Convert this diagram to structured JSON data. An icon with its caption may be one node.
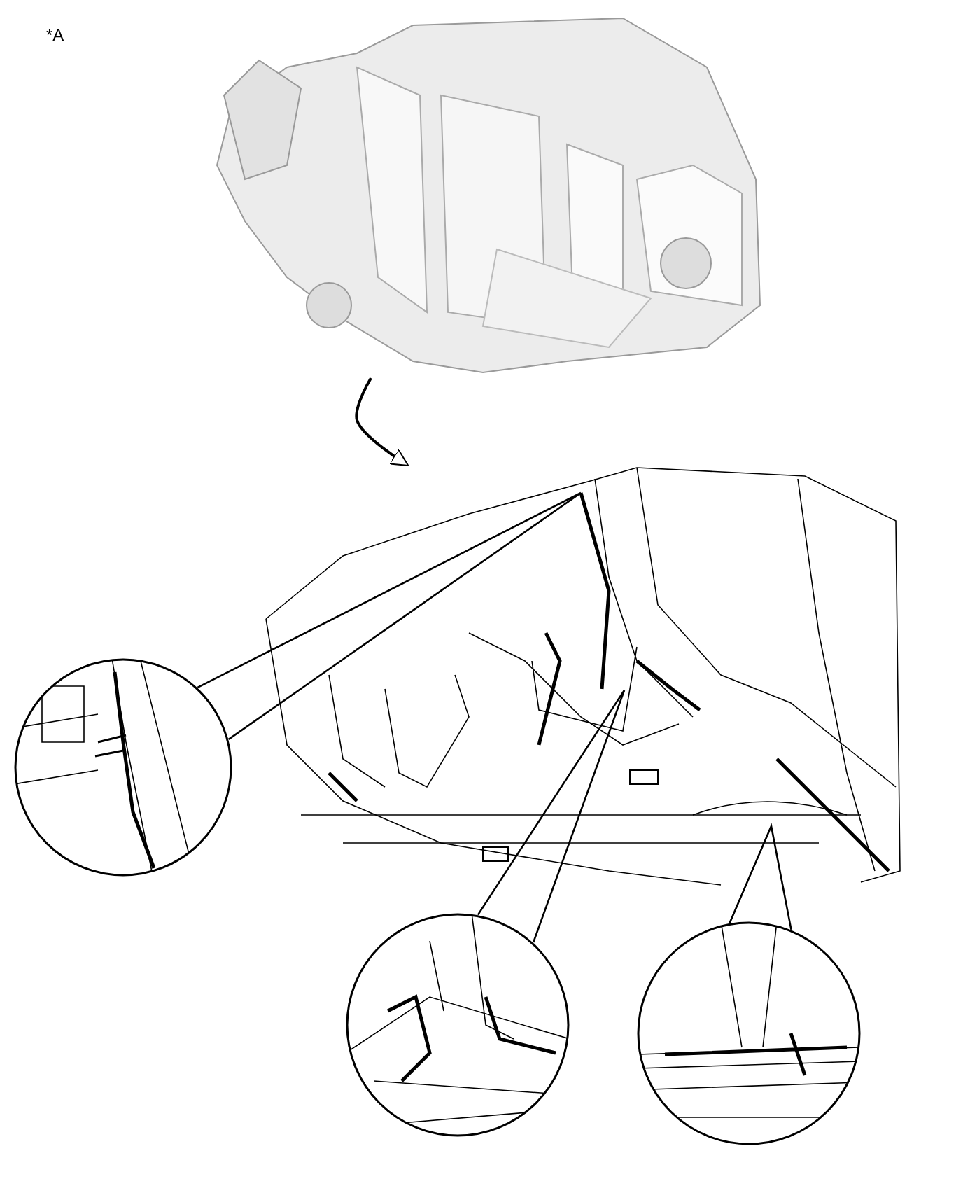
{
  "diagram": {
    "nodes": [
      {
        "text": [],
        "shape": "picture"
      },
      {
        "text": [],
        "shape": "picture"
      },
      {
        "text": [],
        "shape": "circle"
      },
      {
        "text": [],
        "shape": "circle"
      },
      {
        "text": [],
        "shape": "circle"
      }
    ],
    "edges": [
      {
        "from": 0,
        "to": 1,
        "arrow": "to"
      },
      {
        "from": 2,
        "to": null,
        "arrow": "none"
      },
      {
        "from": 3,
        "to": null,
        "arrow": "none"
      },
      {
        "from": 4,
        "to": null,
        "arrow": "none"
      }
    ],
    "labels": [
      "*A"
    ]
  }
}
